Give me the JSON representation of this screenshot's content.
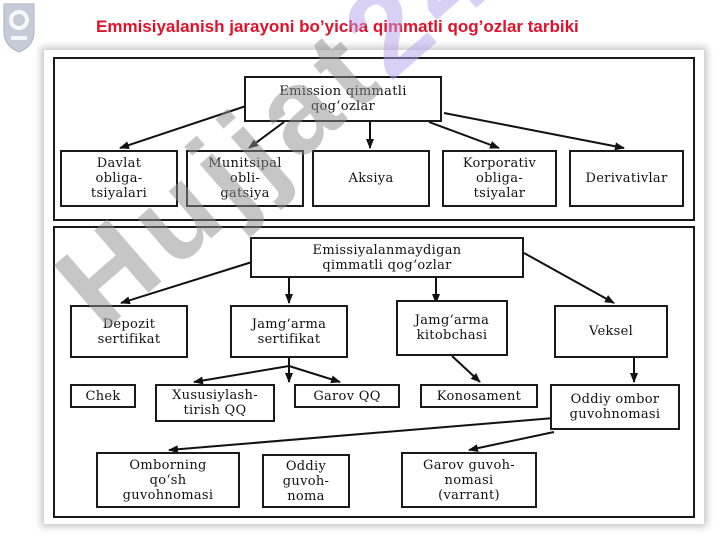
{
  "title": "Emmisiyalanish jarayoni bo’yicha qimmatli qog’ozlar tarbiki",
  "colors": {
    "title": "#e0112b",
    "logo": "#c5ccd8",
    "watermark_gray": "#8e8e8e",
    "watermark_purple": "#b7a2ec"
  },
  "watermark": {
    "dark_part": "Hujjat",
    "light_part": "24"
  },
  "emission": {
    "root": "Emission qimmatli\nqog‘ozlar",
    "children": [
      "Davlat\nobliga-\ntsiyalari",
      "Munitsipal\nobli-\ngatsiya",
      "Aksiya",
      "Korporativ\nobliga-\ntsiyalar",
      "Derivativlar"
    ]
  },
  "non_emission": {
    "root": "Emissiyalanmaydigan\nqimmatli qog‘ozlar",
    "level1": [
      "Depozit\nsertifikat",
      "Jamg‘arma\nsertifikat",
      "Jamg‘arma\nkitobchasi",
      "Veksel"
    ],
    "level2": [
      "Chek",
      "Xususiylash-\ntirish QQ",
      "Garov QQ",
      "Konosament",
      "Oddiy ombor\nguvohnomasi"
    ],
    "level3": [
      "Omborning\nqo‘sh\nguvohnomasi",
      "Oddiy\nguvoh-\nnoma",
      "Garov guvoh-\nnomasi\n(varrant)"
    ]
  }
}
